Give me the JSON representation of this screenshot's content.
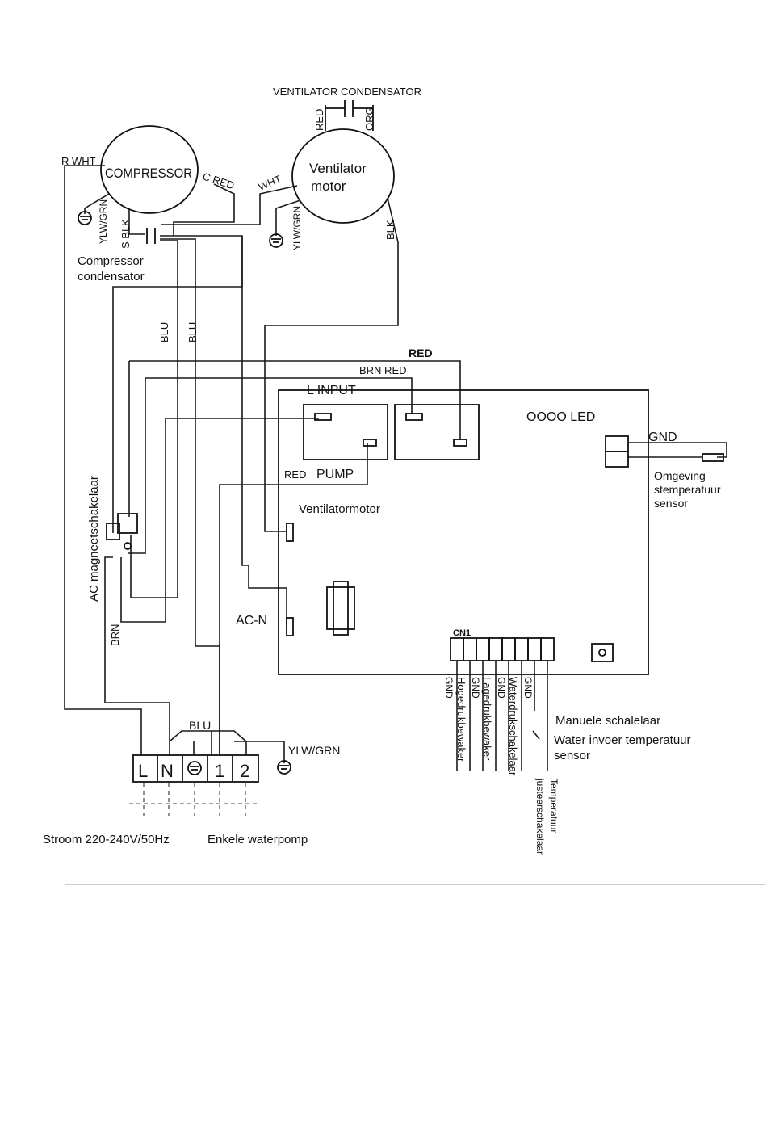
{
  "labels": {
    "fan_capacitor": "VENTILATOR CONDENSATOR",
    "fan_cap_red": "RED",
    "fan_cap_org": "ORG",
    "compressor": "COMPRESSOR",
    "comp_r_wht": "R WHT",
    "comp_c_red": "C RED",
    "comp_s_blk": "S BLK",
    "comp_ylw_grn": "YLW/GRN",
    "comp_cap_line1": "Compressor",
    "comp_cap_line2": "condensator",
    "fan_motor_line1": "Ventilator",
    "fan_motor_line2": "motor",
    "fan_wht": "WHT",
    "fan_ylw_grn": "YLW/GRN",
    "fan_blk": "BLK",
    "blu_1": "BLU",
    "blu_2": "BLU",
    "red_top": "RED",
    "brn_red": "BRN RED",
    "l_input": "L INPUT",
    "led": "OOOO LED",
    "gnd_right": "GND",
    "ambient_line1": "Omgeving",
    "ambient_line2": "stemperatuur",
    "ambient_line3": "sensor",
    "red_pump": "RED",
    "pump": "PUMP",
    "fan_motor_terminal": "Ventilatormotor",
    "ac_n": "AC-N",
    "contactor": "AC magneetschakelaar",
    "brn": "BRN",
    "blu_bottom": "BLU",
    "ylw_grn_bottom": "YLW/GRN",
    "cn1": "CN1",
    "gnd_1": "GND",
    "high_pressure": "Hogedrukbewaker",
    "gnd_2": "GND",
    "low_pressure": "Lagedrukbewaker",
    "gnd_3": "GND",
    "water_pressure": "Waterdrukschakelaar",
    "gnd_4": "GND",
    "manual_switch": "Manuele schalelaar",
    "water_temp_line1": "Water invoer temperatuur",
    "water_temp_line2": "sensor",
    "temp_adjust_line1": "Temperatuur",
    "temp_adjust_line2": "justeerschakelaar",
    "terminal_l": "L",
    "terminal_n": "N",
    "terminal_1": "1",
    "terminal_2": "2",
    "power": "Stroom 220-240V/50Hz",
    "pump_single": "Enkele waterpomp"
  }
}
